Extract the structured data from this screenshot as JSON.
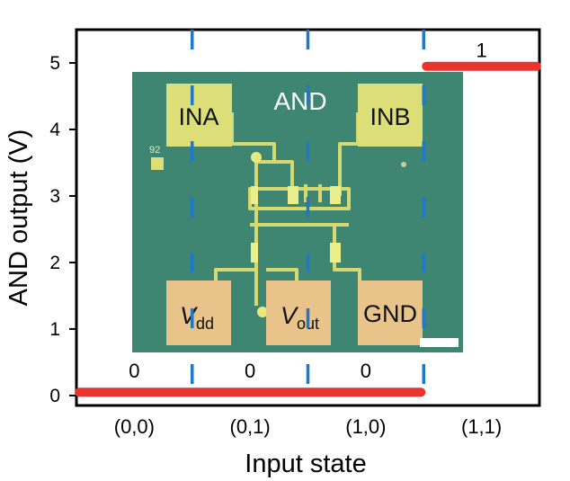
{
  "chart_data": {
    "type": "line",
    "xlabel": "Input state",
    "ylabel": "AND output (V)",
    "categories": [
      "(0,0)",
      "(0,1)",
      "(1,0)",
      "(1,1)"
    ],
    "values": [
      0.05,
      0.05,
      0.05,
      4.95
    ],
    "logic_labels": [
      "0",
      "0",
      "0",
      "1"
    ],
    "ylim": [
      -0.15,
      5.5
    ],
    "yticks": [
      0,
      1,
      2,
      3,
      4,
      5
    ],
    "grid": false,
    "colors": {
      "line": "#e8342f",
      "divider": "#1f78c8"
    },
    "inset": {
      "title": "AND",
      "pads": {
        "ina": "INA",
        "inb": "INB",
        "vdd_main": "V",
        "vdd_sub": "dd",
        "vout_main": "V",
        "vout_sub": "out",
        "gnd": "GND"
      },
      "marker": "92",
      "colors": {
        "substrate": "#3f8672",
        "pad_input": "#dcdf78",
        "pad_lower": "#e8c38a",
        "trace": "#d6d870"
      }
    }
  }
}
